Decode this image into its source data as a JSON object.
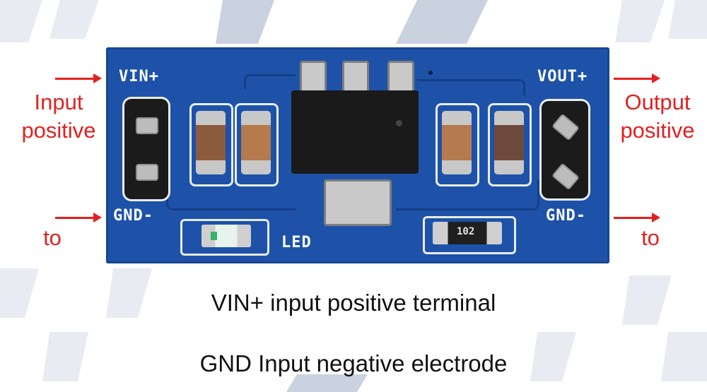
{
  "board": {
    "labels": {
      "vin": "VIN+",
      "gnd_in": "GND-",
      "vout": "VOUT+",
      "gnd_out": "GND-",
      "led": "LED"
    },
    "resistor_code": "102",
    "colors": {
      "pcb": "#1d52a8",
      "silk": "#ffffff"
    }
  },
  "callouts": {
    "left_top": [
      "Input",
      "positive"
    ],
    "left_bottom": "to",
    "right_top": [
      "Output",
      "positive"
    ],
    "right_bottom": "to",
    "color": "#e32020"
  },
  "captions": [
    "VIN+ input positive terminal",
    "GND Input negative electrode"
  ]
}
